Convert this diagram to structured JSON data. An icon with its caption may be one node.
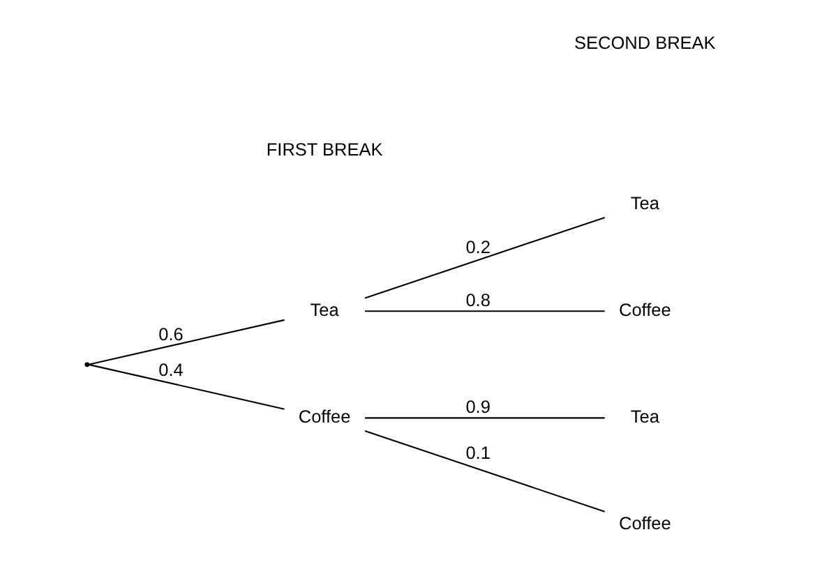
{
  "diagram": {
    "nodes": [
      {
        "text": [],
        "shape": "point"
      },
      {
        "text": [
          "Tea"
        ]
      },
      {
        "text": [
          "Coffee"
        ]
      },
      {
        "text": [
          "Tea"
        ]
      },
      {
        "text": [
          "Coffee"
        ]
      },
      {
        "text": [
          "Tea"
        ]
      },
      {
        "text": [
          "Coffee"
        ]
      }
    ],
    "edges": [
      {
        "from": 0,
        "to": 1,
        "arrow": "none",
        "label": "0.6"
      },
      {
        "from": 0,
        "to": 2,
        "arrow": "none",
        "label": "0.4"
      },
      {
        "from": 1,
        "to": 3,
        "arrow": "none",
        "label": "0.2"
      },
      {
        "from": 1,
        "to": 4,
        "arrow": "none",
        "label": "0.8"
      },
      {
        "from": 2,
        "to": 5,
        "arrow": "none",
        "label": "0.9"
      },
      {
        "from": 2,
        "to": 6,
        "arrow": "none",
        "label": "0.1"
      }
    ],
    "labels": [
      "FIRST BREAK",
      "SECOND BREAK"
    ]
  }
}
